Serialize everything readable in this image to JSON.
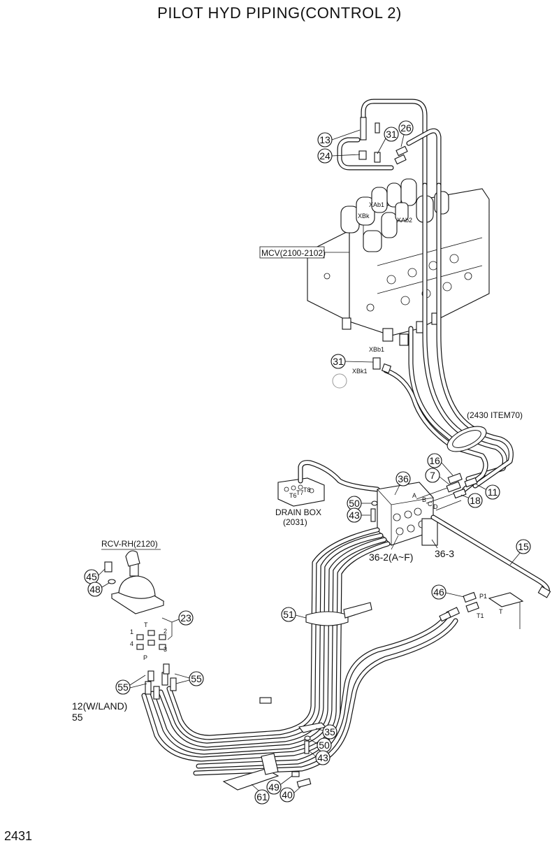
{
  "title": "PILOT HYD PIPING(CONTROL 2)",
  "page_number": "2431",
  "components": {
    "mcv": "MCV(2100-2102)",
    "drain_box": "DRAIN BOX",
    "drain_box_ref": "(2031)",
    "rcv": "RCV-RH(2120)",
    "item70": "(2430 ITEM70)",
    "land": "12(W/LAND)",
    "land_sub": "55"
  },
  "port_labels": {
    "xbk": "XBk",
    "xab1": "XAb1",
    "xab2": "XAb2",
    "xbb1": "XBb1",
    "xbk1": "XBk1",
    "a": "A",
    "b": "B",
    "c": "C",
    "d": "D",
    "p1": "P1",
    "t1": "T1",
    "t": "T",
    "t6": "T6",
    "t7": "T7",
    "t8": "T8",
    "r1": "1",
    "r2": "2",
    "r3": "3",
    "r4": "4",
    "rt": "T",
    "rp": "P"
  },
  "callouts": {
    "c13": "13",
    "c24": "24",
    "c31a": "31",
    "c26": "26",
    "c31b": "31",
    "c16": "16",
    "c7": "7",
    "c11": "11",
    "c18": "18",
    "c36": "36",
    "c50a": "50",
    "c43a": "43",
    "c362": "36-2(A~F)",
    "c363": "36-3",
    "c15": "15",
    "c45": "45",
    "c48": "48",
    "c23": "23",
    "c46": "46",
    "c51": "51",
    "c55a": "55",
    "c55b": "55",
    "c35": "35",
    "c50b": "50",
    "c43b": "43",
    "c49": "49",
    "c40": "40",
    "c61": "61"
  }
}
